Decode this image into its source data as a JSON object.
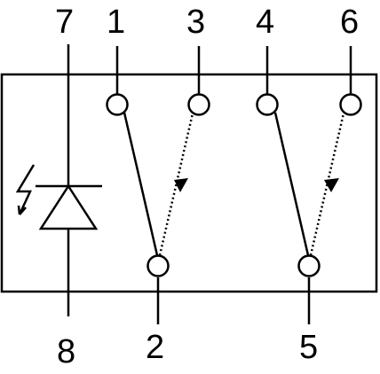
{
  "pins": {
    "p1": "1",
    "p2": "2",
    "p3": "3",
    "p4": "4",
    "p5": "5",
    "p6": "6",
    "p7": "7",
    "p8": "8"
  },
  "icons": {
    "diode": "led-diode-icon",
    "arrow": "triangle-arrow-icon",
    "contact": "open-circle-contact-icon"
  },
  "colors": {
    "stroke": "#000000",
    "background": "#ffffff"
  }
}
